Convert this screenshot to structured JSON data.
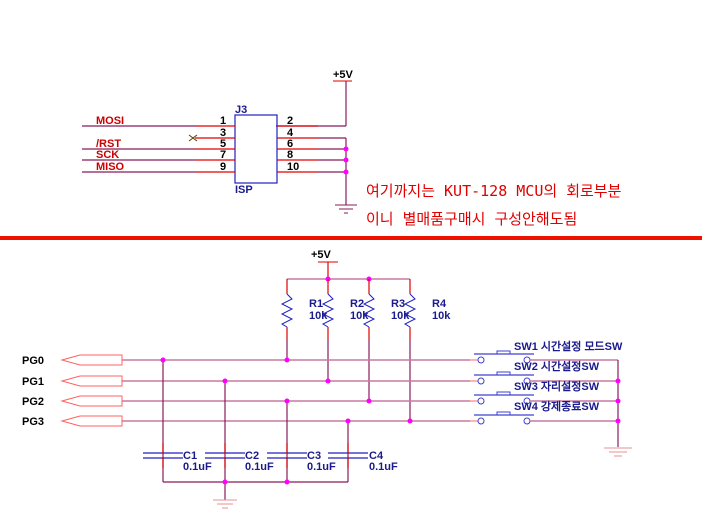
{
  "top_section": {
    "power_label": "+5V",
    "connector": {
      "ref": "J3",
      "value": "ISP",
      "left_pins": [
        "1",
        "3",
        "5",
        "7",
        "9"
      ],
      "right_pins": [
        "2",
        "4",
        "6",
        "8",
        "10"
      ]
    },
    "nets": [
      "MOSI",
      "/RST",
      "SCK",
      "MISO"
    ],
    "note_lines": [
      "여기까지는 KUT-128 MCU의 회로부분",
      "이니 별매품구매시 구성안해도됨"
    ]
  },
  "bottom_section": {
    "power_label": "+5V",
    "ports": [
      "PG0",
      "PG1",
      "PG2",
      "PG3"
    ],
    "resistors": [
      {
        "ref": "R1",
        "value": "10k"
      },
      {
        "ref": "R2",
        "value": "10k"
      },
      {
        "ref": "R3",
        "value": "10k"
      },
      {
        "ref": "R4",
        "value": "10k"
      }
    ],
    "capacitors": [
      {
        "ref": "C1",
        "value": "0.1uF"
      },
      {
        "ref": "C2",
        "value": "0.1uF"
      },
      {
        "ref": "C3",
        "value": "0.1uF"
      },
      {
        "ref": "C4",
        "value": "0.1uF"
      }
    ],
    "switches": [
      {
        "ref": "SW1",
        "desc": "시간설정 모드SW"
      },
      {
        "ref": "SW2",
        "desc": "시간설정SW"
      },
      {
        "ref": "SW3",
        "desc": "자리설정SW"
      },
      {
        "ref": "SW4",
        "desc": "강제종료SW"
      }
    ]
  },
  "colors": {
    "wire": "#8b1a5a",
    "pin": "#e00000",
    "junction": "#ff00ff",
    "separator": "#ee1100",
    "part_outline": "#2020c0"
  }
}
